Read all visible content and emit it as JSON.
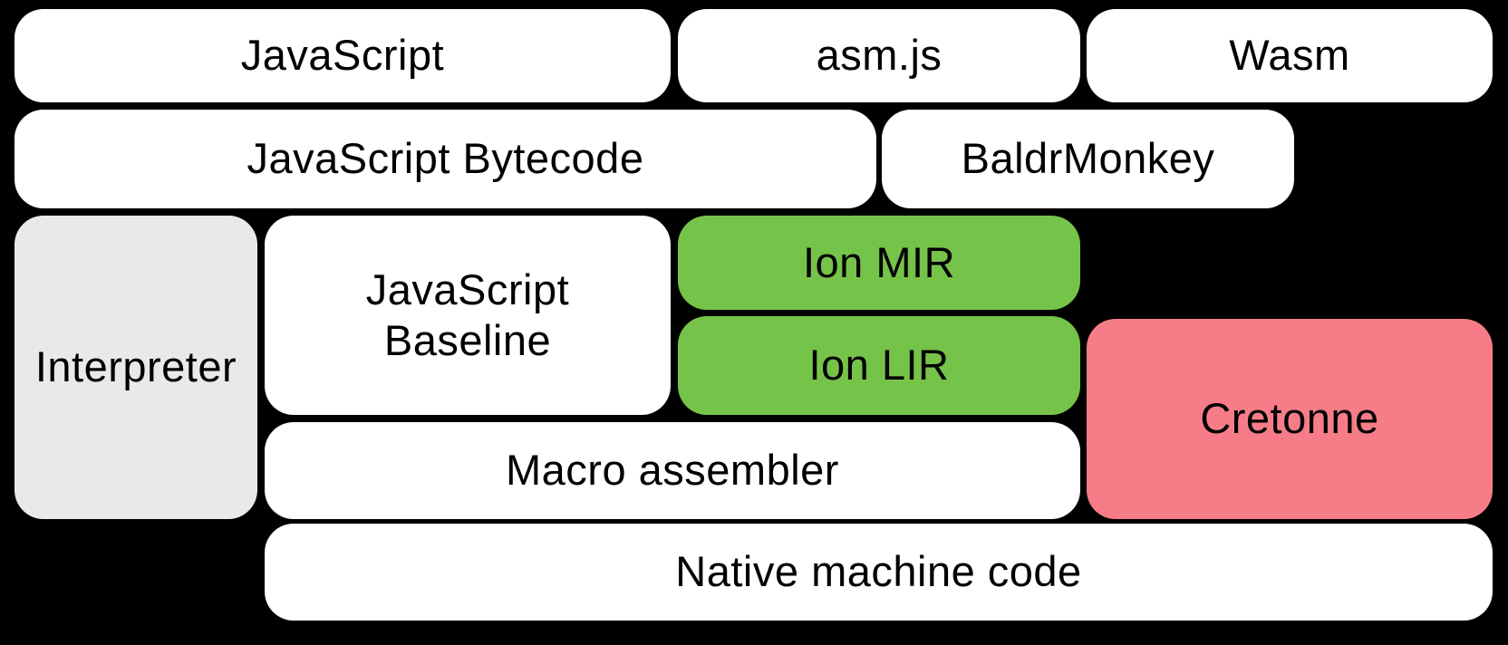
{
  "diagram": {
    "background": "#000000",
    "colors": {
      "white": "#ffffff",
      "gray": "#e9e9e9",
      "green": "#76c349",
      "pink": "#f67d88",
      "text": "#000000"
    },
    "boxes": {
      "javascript": {
        "label": "JavaScript"
      },
      "asmjs": {
        "label": "asm.js"
      },
      "wasm": {
        "label": "Wasm"
      },
      "bytecode": {
        "label": "JavaScript Bytecode"
      },
      "baldrmonkey": {
        "label": "BaldrMonkey"
      },
      "interpreter": {
        "label": "Interpreter"
      },
      "baseline": {
        "lines": [
          "JavaScript",
          "Baseline"
        ]
      },
      "ion_mir": {
        "label": "Ion MIR"
      },
      "ion_lir": {
        "label": "Ion LIR"
      },
      "cretonne": {
        "label": "Cretonne"
      },
      "macro_assembler": {
        "label": "Macro assembler"
      },
      "native": {
        "label": "Native machine code"
      }
    }
  }
}
